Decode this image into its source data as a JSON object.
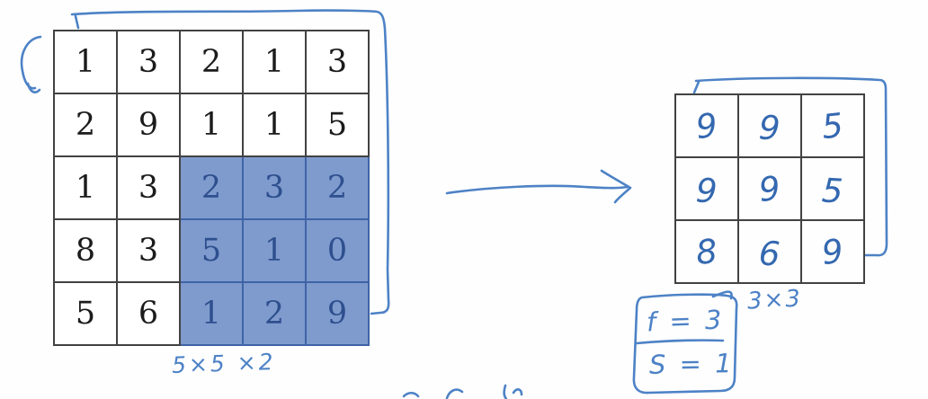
{
  "input_grid": {
    "values": [
      [
        "1",
        "3",
        "2",
        "1",
        "3"
      ],
      [
        "2",
        "9",
        "1",
        "1",
        "5"
      ],
      [
        "1",
        "3",
        "2",
        "3",
        "2"
      ],
      [
        "8",
        "3",
        "5",
        "1",
        "0"
      ],
      [
        "5",
        "6",
        "1",
        "2",
        "9"
      ]
    ],
    "highlight": {
      "rows": [
        2,
        3,
        4
      ],
      "cols": [
        2,
        3,
        4
      ]
    },
    "dim_label": "5×5 ×2"
  },
  "output_grid": {
    "values": [
      [
        "9",
        "9",
        "5"
      ],
      [
        "9",
        "9",
        "5"
      ],
      [
        "8",
        "6",
        "9"
      ]
    ],
    "dim_label": "3×3"
  },
  "params": {
    "filter_label": "f = 3",
    "stride_label": "S = 1"
  },
  "icons": {
    "left_scribble": "circular-scribble-icon",
    "arrow": "right-arrow-icon",
    "input_bracket": "hand-drawn-bracket",
    "output_bracket": "hand-drawn-bracket",
    "params_box": "hand-drawn-box"
  },
  "colors": {
    "ink_blue": "#4d82c6",
    "ink_dark_blue": "#3468b0",
    "highlight_fill": "#7f9bce",
    "highlight_digit": "#2e4f8e",
    "highlight_line": "#3f63a6",
    "grid_line": "#424242",
    "digit_black": "#1b1b1b"
  }
}
